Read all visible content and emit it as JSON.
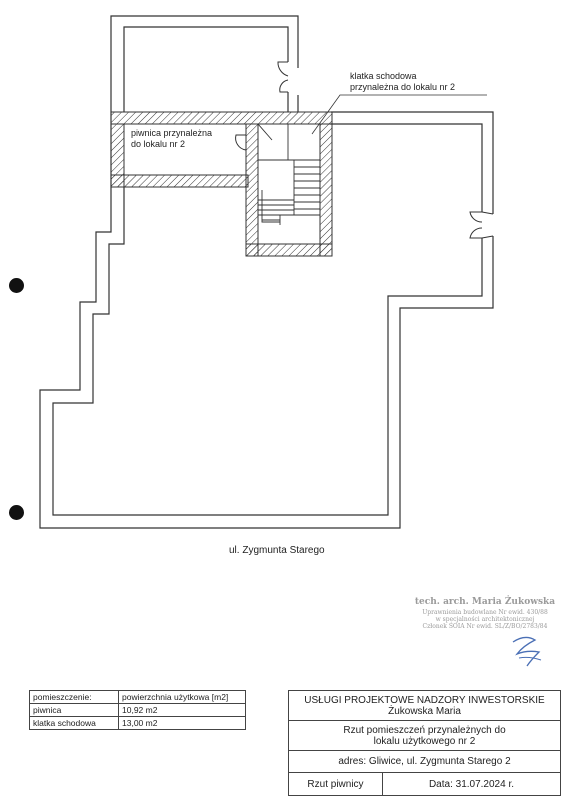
{
  "plan": {
    "label_stair": [
      "klatka schodowa",
      "przynależna do lokalu nr 2"
    ],
    "label_cellar": [
      "piwnica przynależna",
      "do lokalu nr 2"
    ],
    "street": "ul. Zygmunta Starego"
  },
  "stamp": {
    "name": "tech. arch. Maria Żukowska",
    "line1": "Uprawnienia budowlane Nr ewid. 430/88",
    "line2": "w specjalności architektonicznej",
    "line3": "Członek ŚOIA Nr ewid. SL/Z/BO/2783/84"
  },
  "area_table": {
    "headers": [
      "pomieszczenie:",
      "powierzchnia użytkowa [m2]"
    ],
    "rows": [
      [
        "piwnica",
        "10,92 m2"
      ],
      [
        "klatka schodowa",
        "13,00 m2"
      ]
    ]
  },
  "title_block": {
    "company": "USŁUGI PROJEKTOWE NADZORY INWESTORSKIE",
    "owner": "Żukowska  Maria",
    "drawing_title_1": "Rzut pomieszczeń przynależnych do",
    "drawing_title_2": "lokalu użytkowego nr 2",
    "address": "adres: Gliwice, ul. Zygmunta Starego 2",
    "sheet": "Rzut  piwnicy",
    "date": "Data: 31.07.2024 r."
  }
}
